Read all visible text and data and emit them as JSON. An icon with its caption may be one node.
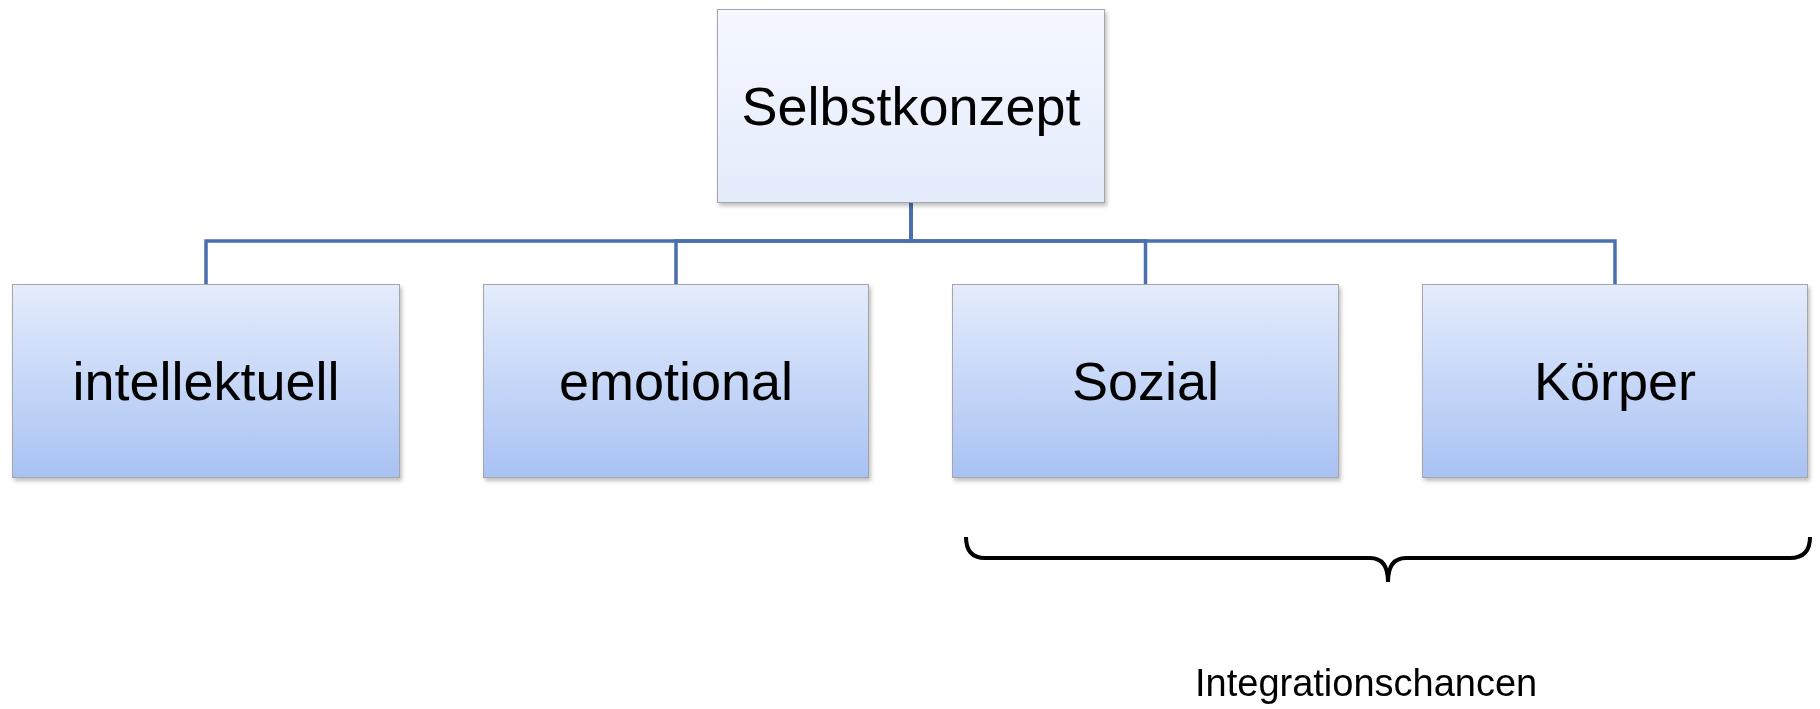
{
  "diagram": {
    "nodes": [
      {
        "text": [
          "Selbstkonzept"
        ]
      },
      {
        "text": [
          "intellektuell"
        ]
      },
      {
        "text": [
          "emotional"
        ]
      },
      {
        "text": [
          "Sozial"
        ]
      },
      {
        "text": [
          "Körper"
        ]
      }
    ],
    "edges": [
      {
        "from": 0,
        "to": 1,
        "arrow": "none"
      },
      {
        "from": 0,
        "to": 2,
        "arrow": "none"
      },
      {
        "from": 0,
        "to": 3,
        "arrow": "none"
      },
      {
        "from": 0,
        "to": 4,
        "arrow": "none"
      }
    ],
    "labels": [
      "Integrationschancen"
    ]
  }
}
